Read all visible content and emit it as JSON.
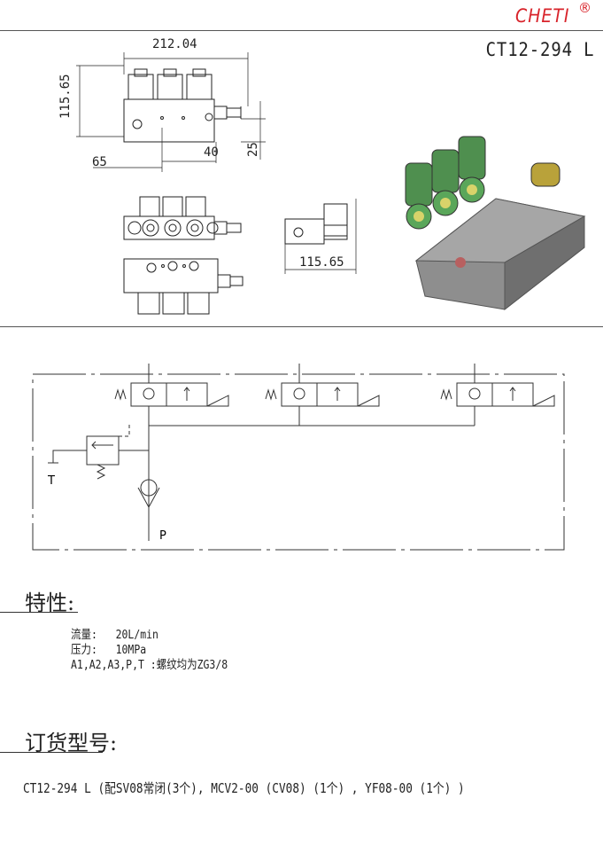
{
  "header": {
    "brand": "CHETI",
    "reg_mark": "®",
    "model": "CT12-294 L"
  },
  "dimensions": {
    "width_top": "212.04",
    "height_left": "115.65",
    "offset_40": "40",
    "offset_25": "25",
    "offset_65": "65",
    "side_width": "115.65"
  },
  "schematic": {
    "port_t": "T",
    "port_p": "P",
    "spring": "W"
  },
  "features": {
    "title": "特性:",
    "flow_label": "流量:",
    "flow_value": "20L/min",
    "pressure_label": "压力:",
    "pressure_value": "10MPa",
    "thread_line": "A1,A2,A3,P,T :螺纹均为ZG3/8"
  },
  "ordering": {
    "title": "订货型号:",
    "code": "CT12-294 L (配SV08常闭(3个), MCV2-00 (CV08) (1个) , YF08-00 (1个) )"
  },
  "colors": {
    "brand": "#d8232a",
    "valve_green": "#5aa65a",
    "block_grey": "#8e8e8e"
  }
}
